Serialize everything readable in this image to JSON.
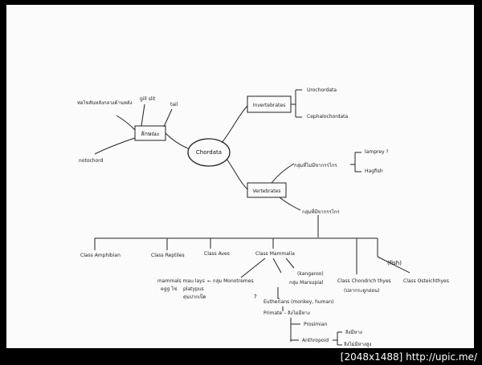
{
  "mindmap": {
    "center": "Chordata",
    "left_box": "ลักษณะ",
    "left_labels": [
      "ท่อไขสันหลังกลวงด้านหลัง",
      "gill slit",
      "tail",
      "notochord"
    ],
    "invertebrates": {
      "label": "Invertebrates",
      "children": [
        "Urochordata",
        "Cephalochordata"
      ]
    },
    "vertebrates": {
      "label": "Vertebrates",
      "jawless_label": "กลุ่มที่ไม่มีขากรรไกร",
      "jawless": [
        "lamprey ?",
        "Hagfish"
      ],
      "jawed_label": "กลุ่มที่มีขากรรไกร"
    },
    "classes": [
      "Class Amphibian",
      "Class Reptiles",
      "Class Aves",
      "Class Mammalia",
      "Class Chondrich thyes",
      "(ปลากระดูกอ่อน)",
      "Class Osteichthyes",
      "(fish)"
    ],
    "mammal_notes": {
      "monotremes_left": "mammals mau lays",
      "egg": "egg ไข่",
      "monotremes": "← กลุ่ม Monotremes",
      "platypus": "platypus",
      "echidna": "ตุ่นปากเป็ด",
      "marsupial": "กลุ่ม Marsupial",
      "kangaroo": "(kangaroo)",
      "question": "?",
      "eutherians": "Eutherians (monkey, human)",
      "primate": "Primate – ลิงไม่มีหาง",
      "prosimian": "Prosimian",
      "anthropoid": "Anthropoid",
      "anthropoid_children": [
        "ลิงมีหาง",
        "ลิงไม่มีหางสูง"
      ]
    }
  },
  "footer": {
    "dimensions": "[2048x1488]",
    "url": "http://upic.me/"
  }
}
